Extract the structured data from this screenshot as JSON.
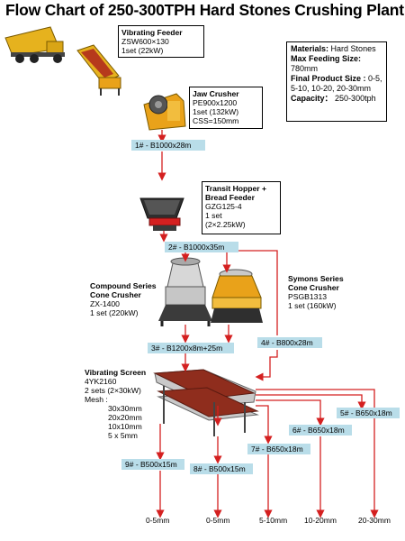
{
  "title": "Flow Chart of 250-300TPH Hard Stones Crushing Plant",
  "materials": {
    "materials_label": "Materials:",
    "materials_value": "Hard Stones",
    "max_feed_label": "Max Feeding Size:",
    "max_feed_value": "780mm",
    "final_size_label": "Final Product Size :",
    "final_size_value": "0-5, 5-10, 10-20, 20-30mm",
    "capacity_label": "Capacity：",
    "capacity_value": "250-300tph"
  },
  "equipment": {
    "vibrating_feeder": {
      "name": "Vibrating Feeder",
      "model": "ZSW600×130",
      "qty": "1set  (22kW)"
    },
    "jaw_crusher": {
      "name": "Jaw Crusher",
      "model": "PE900x1200",
      "qty": "1set  (132kW)",
      "extra": "CSS=150mm"
    },
    "transit_hopper": {
      "name": "Transit Hopper + Bread Feeder",
      "model": "GZG125-4",
      "qty": "1 set",
      "power": "(2×2.25kW)"
    },
    "compound_cone": {
      "name": "Compound Series Cone Crusher",
      "model": "ZX-1400",
      "qty": "1 set  (220kW)"
    },
    "symons_cone": {
      "name": "Symons Series Cone Crusher",
      "model": "PSGB1313",
      "qty": "1 set  (160kW)"
    },
    "vibrating_screen": {
      "name": "Vibrating Screen",
      "model": "4YK2160",
      "qty": "2 sets  (2×30kW)",
      "mesh_label": "Mesh :",
      "meshes": [
        "30x30mm",
        "20x20mm",
        "10x10mm",
        "5 x 5mm"
      ]
    }
  },
  "belts": [
    "1# - B1000x28m",
    "2# - B1000x35m",
    "3# - B1200x8m+25m",
    "4# - B800x28m",
    "5# - B650x18m",
    "6# - B650x18m",
    "7# - B650x18m",
    "8# - B500x15m",
    "9# - B500x15m"
  ],
  "outputs": [
    "0-5mm",
    "0-5mm",
    "5-10mm",
    "10-20mm",
    "20-30mm"
  ],
  "colors": {
    "arrow": "#d42020",
    "belt_label_bg": "#b9dde9",
    "machine_orange": "#e9a21a",
    "machine_dark": "#3a3a3a"
  }
}
